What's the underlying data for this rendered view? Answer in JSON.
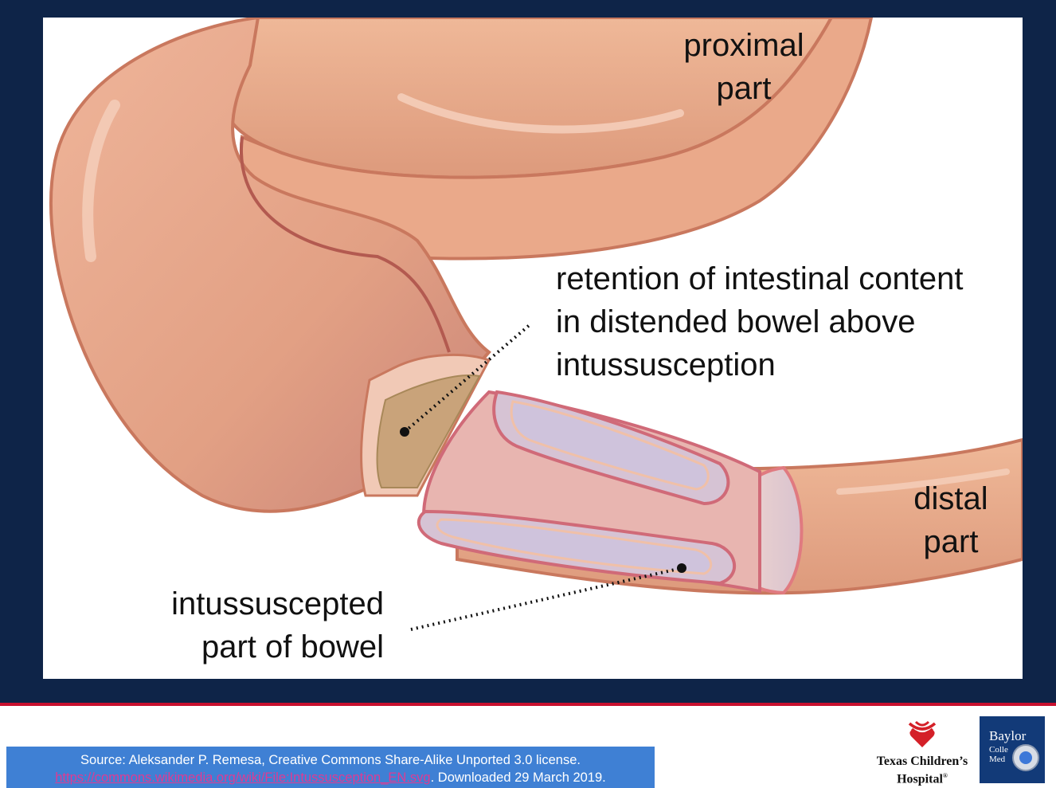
{
  "labels": {
    "proximal": [
      "proximal",
      "part"
    ],
    "retention": [
      "retention of intestinal content",
      "in distended bowel above",
      "intussusception"
    ],
    "distal": [
      "distal",
      "part"
    ],
    "intussuscepted": [
      "intussuscepted",
      "part of bowel"
    ]
  },
  "footer": {
    "source_text": "Source:  Aleksander P. Remesa, Creative Commons Share-Alike Unported 3.0 license.",
    "link_text": "https://commons.wikimedia.org/wiki/File:Intussusception_EN.svg",
    "downloaded_text": ".  Downloaded 29  March 2019."
  },
  "logos": {
    "tch_line1": "Texas Children’s",
    "tch_line2": "Hospital",
    "tch_mark": "®",
    "bcm_line1": "Baylor",
    "bcm_line2": "Colle",
    "bcm_line3": "Med"
  },
  "icons": {
    "tch": "texas-childrens-heart-waves-icon",
    "bcm": "baylor-seal-icon"
  },
  "colors": {
    "frame": "#0e2448",
    "divider": "#c8102e",
    "source_box": "#3f80d4",
    "bowel": "#e8a888",
    "bowel_dark": "#c97a60",
    "content": "#c9a37a"
  }
}
